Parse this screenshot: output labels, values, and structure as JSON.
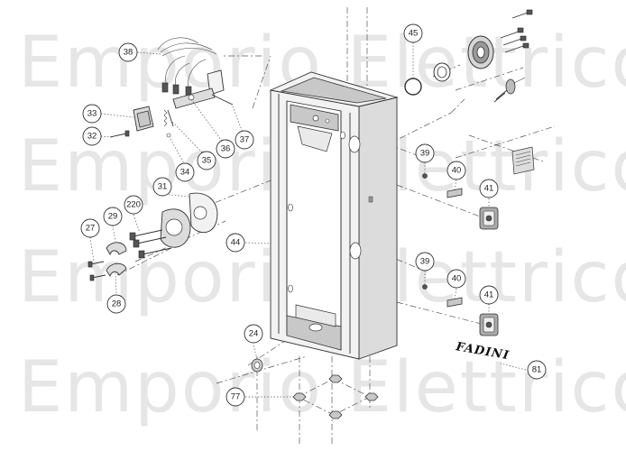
{
  "watermark": [
    "Emporio Elettrico",
    "Emporio Elettrico",
    "Emporio Elettrico",
    "Emporio Elettrico"
  ],
  "brand_logo_text": "FADINI",
  "callouts": [
    {
      "id": "c38",
      "label": "38"
    },
    {
      "id": "c33",
      "label": "33"
    },
    {
      "id": "c32",
      "label": "32"
    },
    {
      "id": "c34",
      "label": "34"
    },
    {
      "id": "c35",
      "label": "35"
    },
    {
      "id": "c36",
      "label": "36"
    },
    {
      "id": "c37",
      "label": "37"
    },
    {
      "id": "c45",
      "label": "45"
    },
    {
      "id": "c39a",
      "label": "39"
    },
    {
      "id": "c40a",
      "label": "40"
    },
    {
      "id": "c41a",
      "label": "41"
    },
    {
      "id": "c31",
      "label": "31"
    },
    {
      "id": "c220",
      "label": "220"
    },
    {
      "id": "c29",
      "label": "29"
    },
    {
      "id": "c27",
      "label": "27"
    },
    {
      "id": "c28",
      "label": "28"
    },
    {
      "id": "c44",
      "label": "44"
    },
    {
      "id": "c39b",
      "label": "39"
    },
    {
      "id": "c40b",
      "label": "40"
    },
    {
      "id": "c41b",
      "label": "41"
    },
    {
      "id": "c24",
      "label": "24"
    },
    {
      "id": "c77",
      "label": "77"
    },
    {
      "id": "c81",
      "label": "81"
    }
  ]
}
